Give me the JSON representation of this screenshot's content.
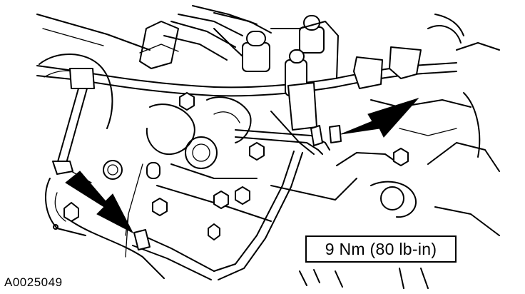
{
  "figure": {
    "torque_spec": "9 Nm (80 lb-in)",
    "figure_id": "A0025049"
  },
  "callouts": [
    {
      "name": "upper-right-bolt-arrow",
      "target": "bracket bolt (right)"
    },
    {
      "name": "lower-left-bolt-arrow",
      "target": "bracket bolt (left)"
    }
  ]
}
